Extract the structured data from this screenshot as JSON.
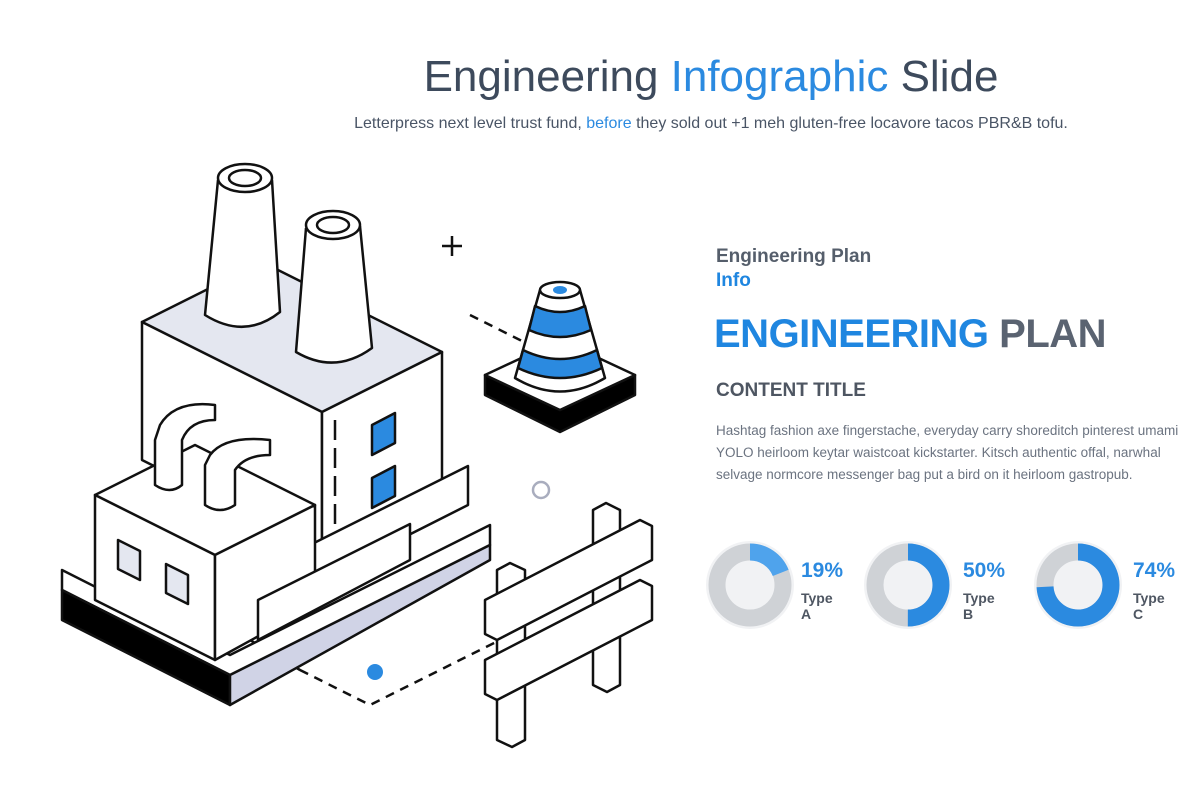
{
  "header": {
    "title_pre": "Engineering ",
    "title_highlight": "Infographic",
    "title_post": " Slide",
    "subtitle_pre": "Letterpress next level trust fund, ",
    "subtitle_highlight": "before",
    "subtitle_post": " they sold out +1 meh gluten-free locavore tacos PBR&B tofu."
  },
  "panel": {
    "kicker_line1": "Engineering Plan",
    "kicker_line2": "Info",
    "big_title_blue": "ENGINEERING ",
    "big_title_gray": "PLAN",
    "content_title": "CONTENT TITLE",
    "body_lines": [
      "Hashtag fashion axe fingerstache, everyday carry shoreditch pinterest umami",
      "YOLO heirloom keytar waistcoat kickstarter. Kitsch authentic offal, narwhal",
      "selvage normcore messenger bag put a bird on it heirloom gastropub."
    ]
  },
  "stats": [
    {
      "percent": 19,
      "label_pct": "19%",
      "label": "Type A"
    },
    {
      "percent": 50,
      "label_pct": "50%",
      "label": "Type B"
    },
    {
      "percent": 74,
      "label_pct": "74%",
      "label": "Type C"
    }
  ],
  "colors": {
    "accent": "#2b8ae0",
    "track": "#cfd2d6",
    "text": "#4e5662"
  }
}
